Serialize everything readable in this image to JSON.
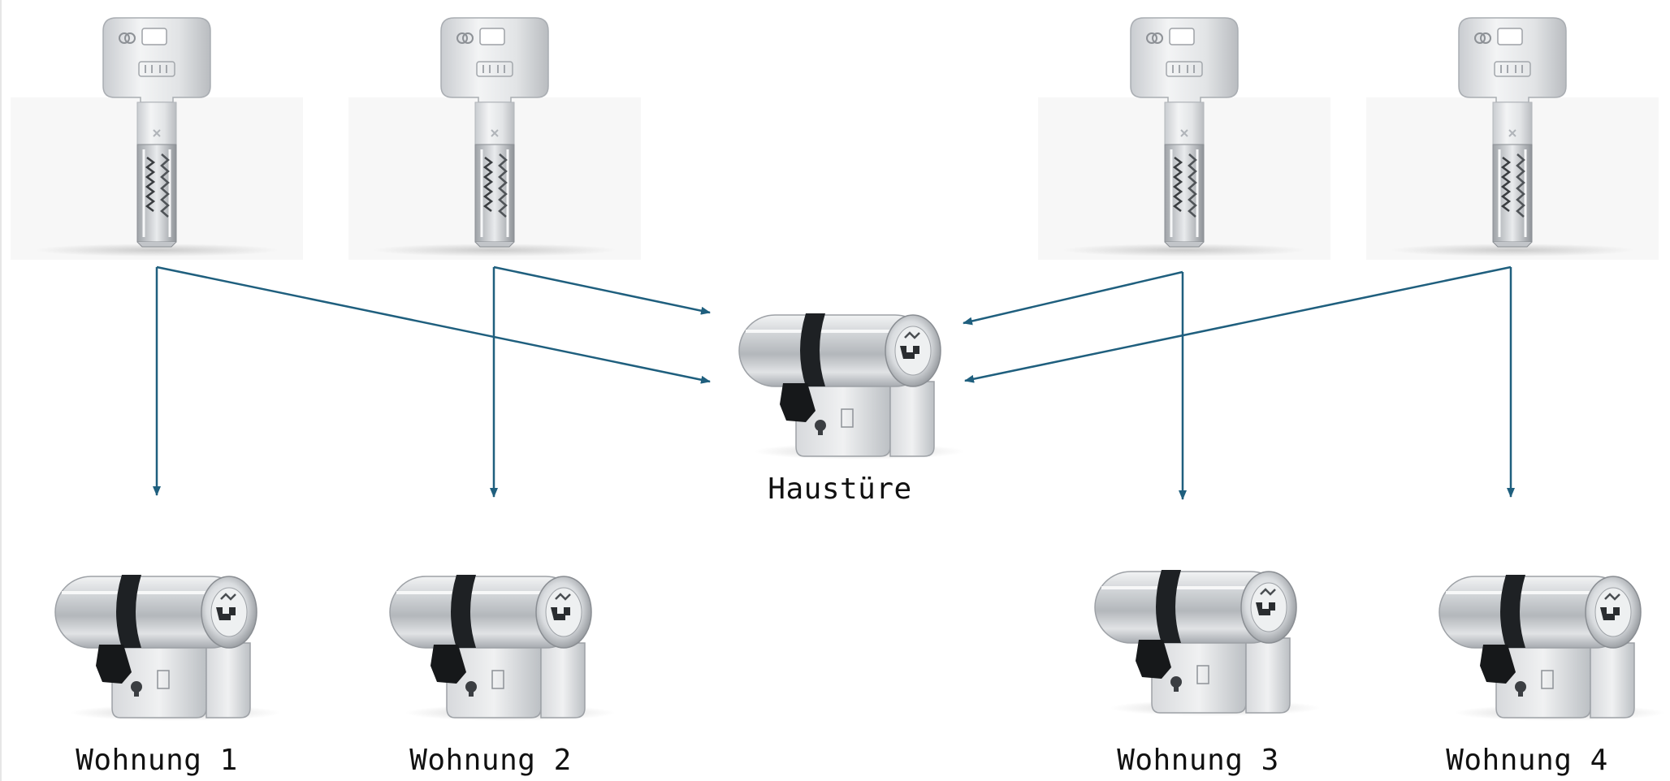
{
  "diagram": {
    "arrow_color": "#1f5f7e",
    "labels": {
      "front_door": "Haustüre",
      "apartments": [
        "Wohnung 1",
        "Wohnung 2",
        "Wohnung 3",
        "Wohnung 4"
      ]
    },
    "icons": {
      "key": "key-icon",
      "cylinder": "lock-cylinder-icon"
    }
  }
}
